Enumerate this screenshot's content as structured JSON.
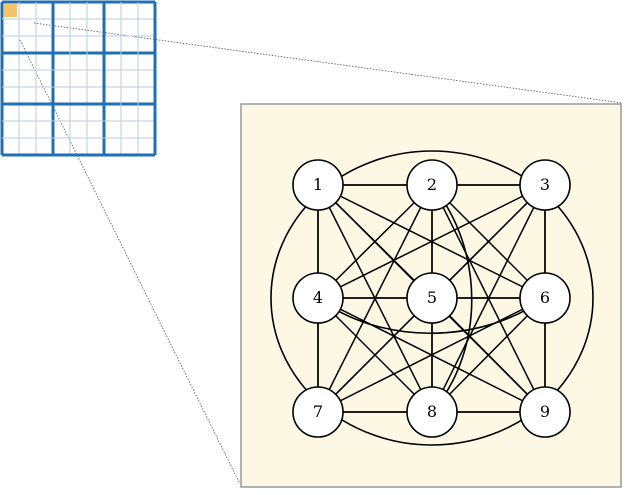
{
  "sudoku_grid": {
    "size": 9,
    "block": 3,
    "highlighted_cell": {
      "row": 0,
      "col": 0
    },
    "colors": {
      "grid_line": "#1f6fb2",
      "highlight": "#f3c46a",
      "minor_line": "#b9cde0"
    }
  },
  "graph": {
    "panel_background": "#fdf8e4",
    "panel_border": "#9a9a9a",
    "node_fill": "#ffffff",
    "edge_color": "#000000",
    "nodes": [
      {
        "id": 1,
        "label": "1"
      },
      {
        "id": 2,
        "label": "2"
      },
      {
        "id": 3,
        "label": "3"
      },
      {
        "id": 4,
        "label": "4"
      },
      {
        "id": 5,
        "label": "5"
      },
      {
        "id": 6,
        "label": "6"
      },
      {
        "id": 7,
        "label": "7"
      },
      {
        "id": 8,
        "label": "8"
      },
      {
        "id": 9,
        "label": "9"
      }
    ],
    "edges": [
      [
        1,
        2
      ],
      [
        1,
        3
      ],
      [
        1,
        4
      ],
      [
        1,
        5
      ],
      [
        1,
        6
      ],
      [
        1,
        7
      ],
      [
        1,
        8
      ],
      [
        1,
        9
      ],
      [
        2,
        3
      ],
      [
        2,
        4
      ],
      [
        2,
        5
      ],
      [
        2,
        6
      ],
      [
        2,
        7
      ],
      [
        2,
        8
      ],
      [
        2,
        9
      ],
      [
        3,
        4
      ],
      [
        3,
        5
      ],
      [
        3,
        6
      ],
      [
        3,
        7
      ],
      [
        3,
        8
      ],
      [
        3,
        9
      ],
      [
        4,
        5
      ],
      [
        4,
        6
      ],
      [
        4,
        7
      ],
      [
        4,
        8
      ],
      [
        4,
        9
      ],
      [
        5,
        6
      ],
      [
        5,
        7
      ],
      [
        5,
        8
      ],
      [
        5,
        9
      ],
      [
        6,
        7
      ],
      [
        6,
        8
      ],
      [
        6,
        9
      ],
      [
        7,
        8
      ],
      [
        7,
        9
      ],
      [
        8,
        9
      ]
    ]
  }
}
